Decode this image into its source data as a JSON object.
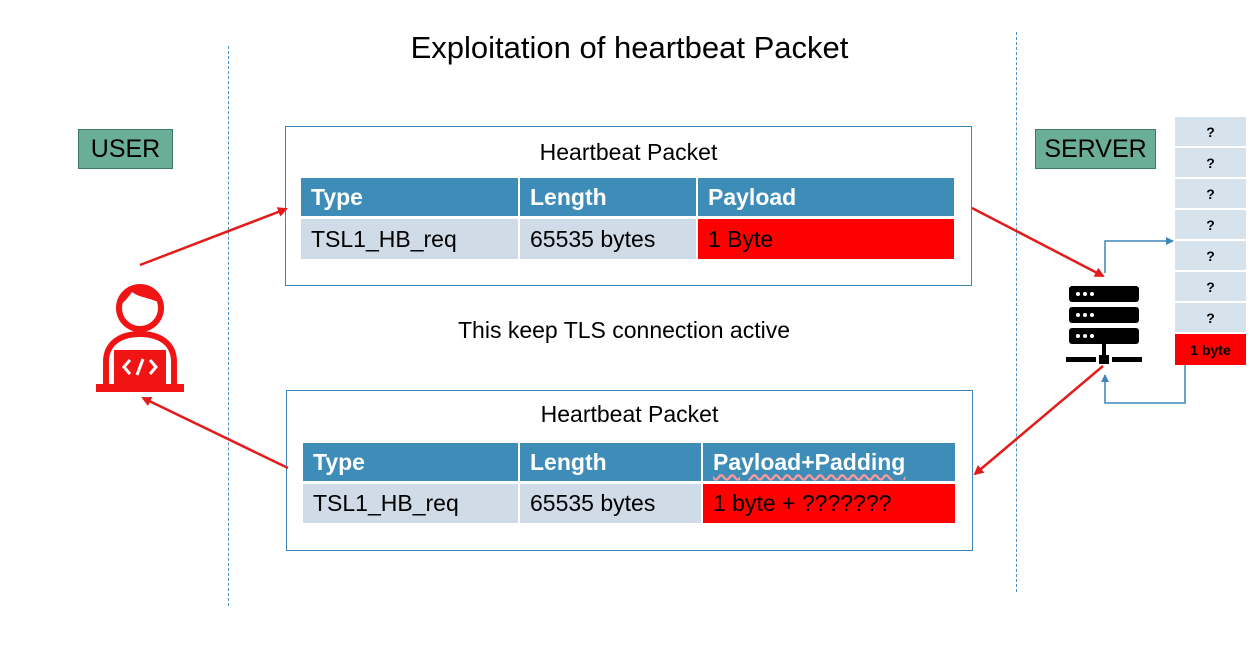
{
  "title": "Exploitation of heartbeat Packet",
  "actors": {
    "user": "USER",
    "server": "SERVER"
  },
  "request_packet": {
    "title": "Heartbeat Packet",
    "headers": [
      "Type",
      "Length",
      "Payload"
    ],
    "values": [
      "TSL1_HB_req",
      "65535 bytes",
      "1 Byte"
    ]
  },
  "response_packet": {
    "title": "Heartbeat Packet",
    "headers": [
      "Type",
      "Length",
      "Payload+Padding"
    ],
    "values": [
      "TSL1_HB_req",
      "65535 bytes",
      "1 byte + ???????"
    ]
  },
  "note": "This keep TLS connection active",
  "memory": [
    "?",
    "?",
    "?",
    "?",
    "?",
    "?",
    "?",
    "1 byte"
  ],
  "colors": {
    "header_blue": "#3d8db8",
    "row_gray": "#cfdbe6",
    "leak_red": "#ff0000",
    "arrow_red": "#e31b1b",
    "actor_green": "#6aae98",
    "connector_blue": "#3e86b8"
  },
  "icons": {
    "user": "developer-laptop-icon",
    "server": "server-rack-icon"
  }
}
